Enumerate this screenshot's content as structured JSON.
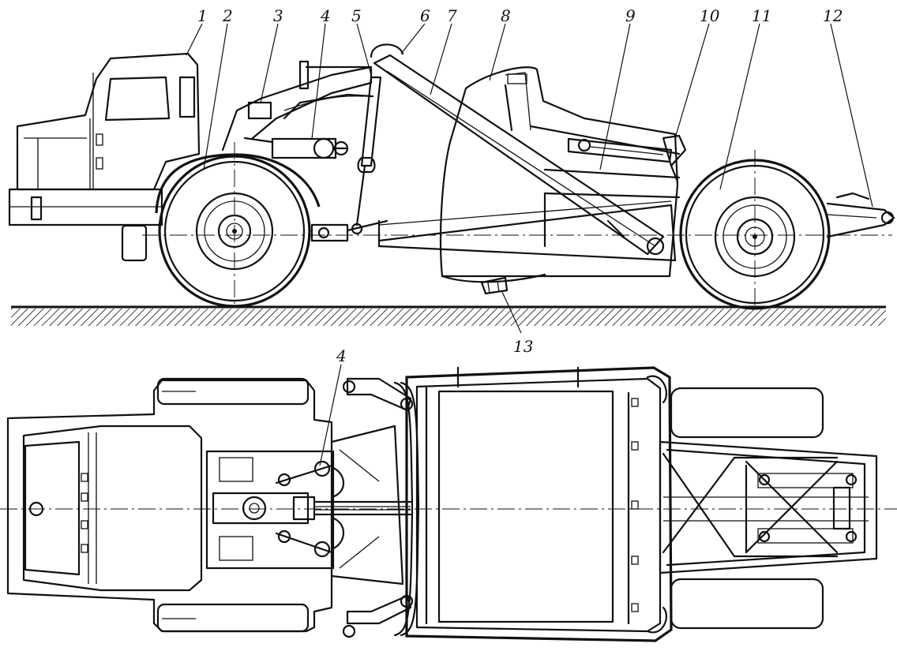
{
  "figure": {
    "side_view_callouts": [
      "1",
      "2",
      "3",
      "4",
      "5",
      "6",
      "7",
      "8",
      "9",
      "10",
      "11",
      "12",
      "13"
    ],
    "plan_view_callouts": [
      "4"
    ]
  }
}
